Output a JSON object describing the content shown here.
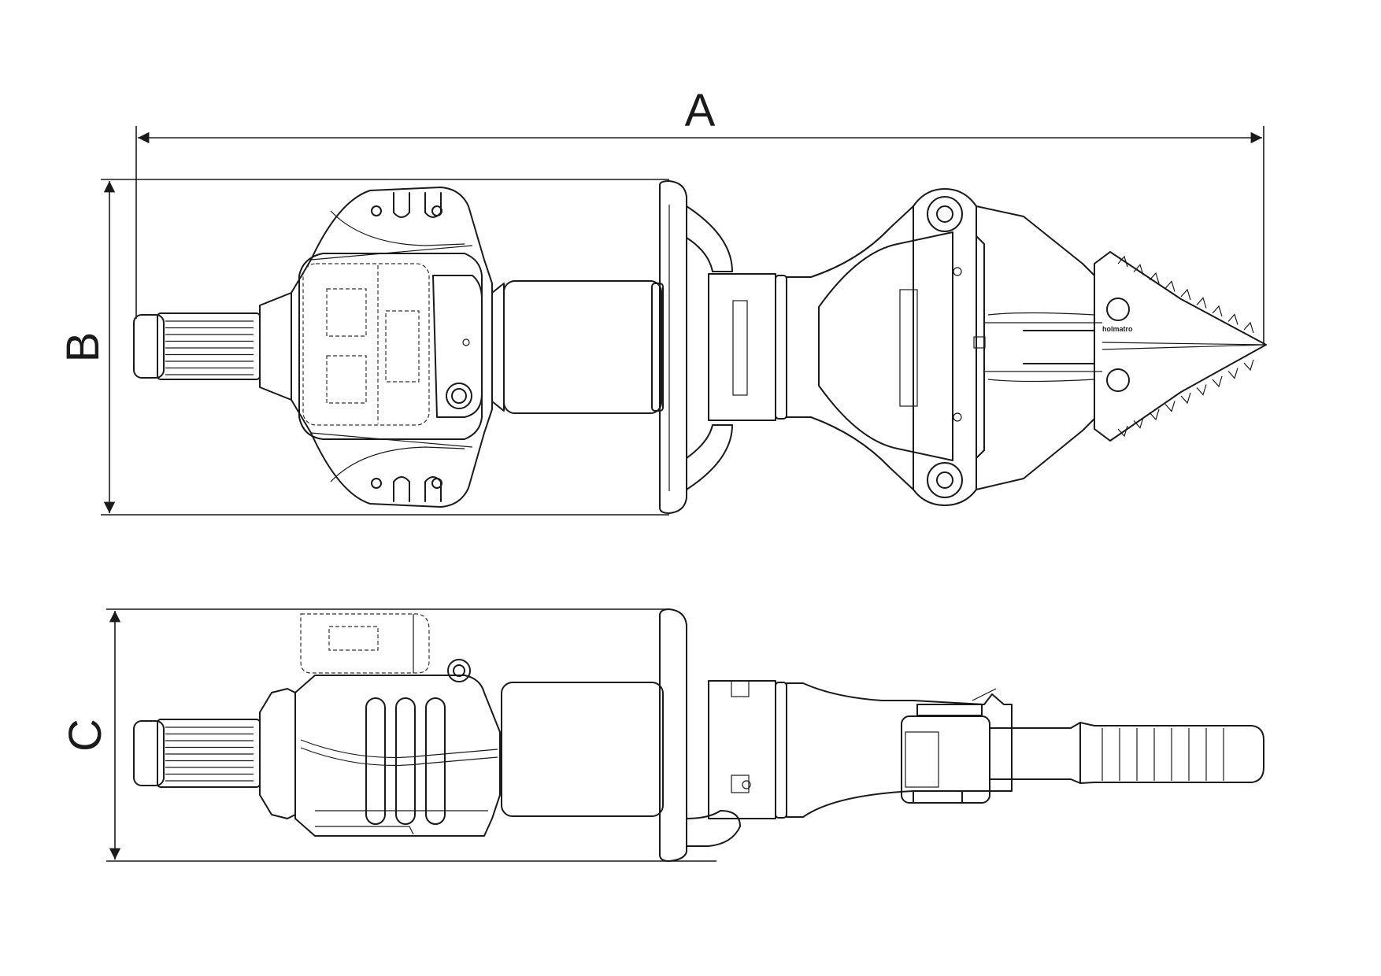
{
  "dimensions": {
    "a_label": "A",
    "b_label": "B",
    "c_label": "C"
  },
  "brand_mark": "holmatro",
  "colors": {
    "line": "#1a1a1a",
    "background": "#ffffff"
  }
}
